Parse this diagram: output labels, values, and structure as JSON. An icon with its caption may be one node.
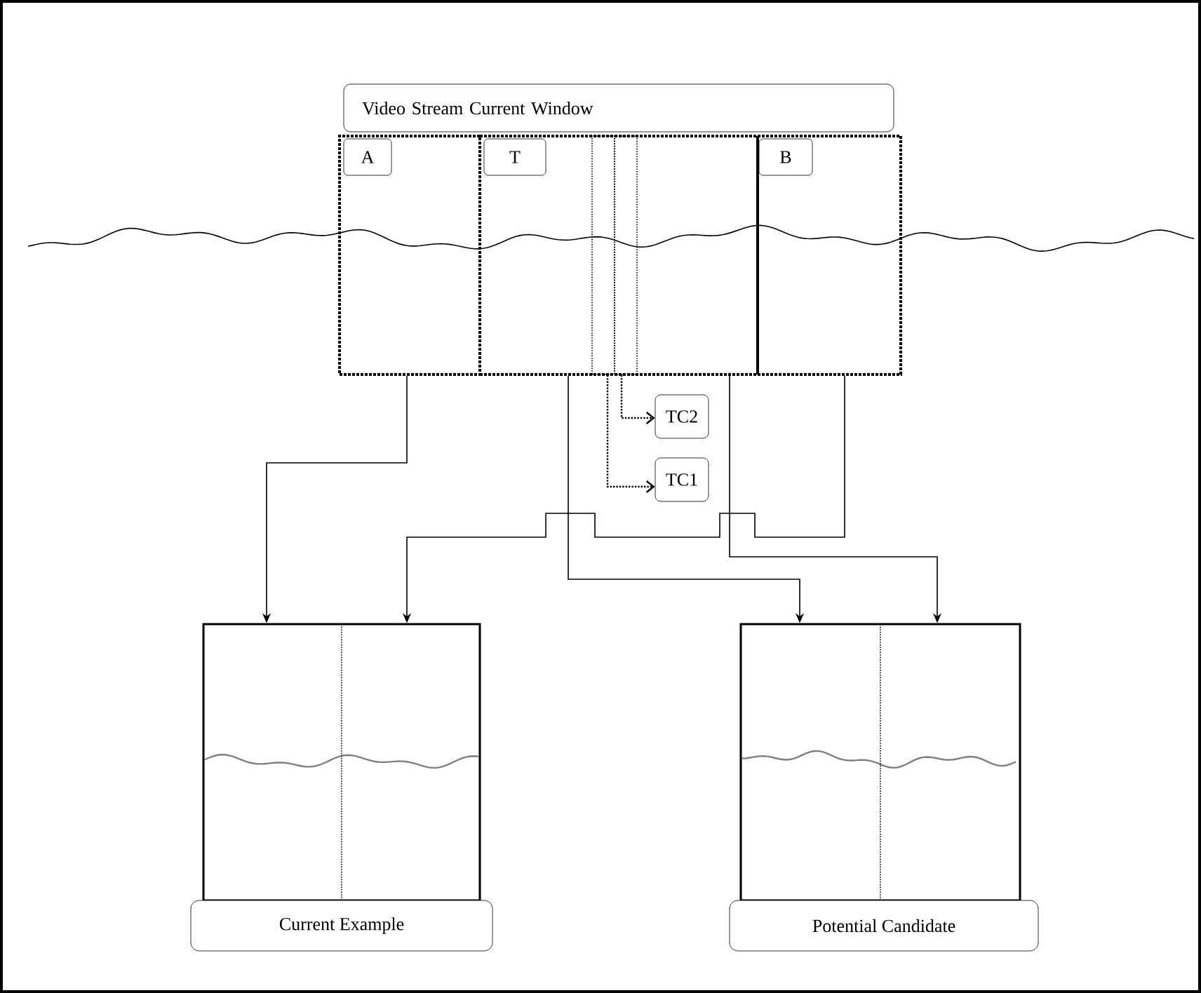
{
  "diagram": {
    "nodes": [
      {
        "text": [
          "Video Stream Current Window"
        ]
      },
      {
        "text": [
          "A"
        ]
      },
      {
        "text": [
          "T"
        ]
      },
      {
        "text": [
          "B"
        ]
      },
      {
        "text": [],
        "shape": "bar",
        "in": 2
      },
      {
        "text": [],
        "shape": "bar",
        "in": 2
      },
      {
        "text": [
          "TC2"
        ]
      },
      {
        "text": [
          "TC1"
        ]
      },
      {
        "text": [],
        "shape": "box"
      },
      {
        "text": [
          "Current Example"
        ]
      },
      {
        "text": [],
        "shape": "box"
      },
      {
        "text": [
          "Potential Candidate"
        ]
      }
    ],
    "edges": [
      {
        "from": 1,
        "to": 8,
        "arrow": "to"
      },
      {
        "from": 3,
        "to": 8,
        "arrow": "to"
      },
      {
        "from": 2,
        "to": 10,
        "arrow": "to"
      },
      {
        "from": 2,
        "to": 10,
        "arrow": "to"
      },
      {
        "from": 4,
        "to": 7,
        "arrow": "to",
        "style": "dashed"
      },
      {
        "from": 5,
        "to": 6,
        "arrow": "to",
        "style": "dashed"
      }
    ]
  }
}
